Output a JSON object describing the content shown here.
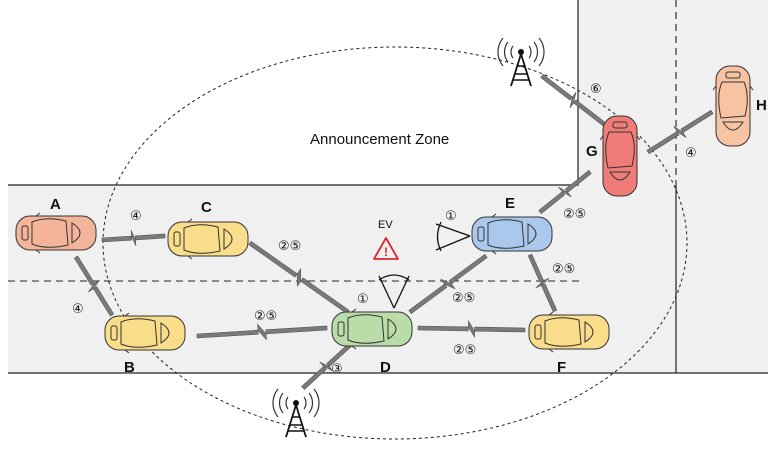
{
  "zone_label": "Announcement Zone",
  "ev_label": "EV",
  "warning_glyph": "!",
  "colors": {
    "road": "#f0f0f0",
    "road_line": "#222222",
    "link": "#7a7a7a",
    "warning": "#e0252c",
    "car_A": "#f4b49a",
    "car_B": "#f9dd8a",
    "car_C": "#f9dd8a",
    "car_D": "#b9dca8",
    "car_E": "#a9c8ec",
    "car_F": "#f9dd8a",
    "car_G": "#f07c78",
    "car_H": "#f7c3a3"
  },
  "vehicles": {
    "A": "A",
    "B": "B",
    "C": "C",
    "D": "D",
    "E": "E",
    "F": "F",
    "G": "G",
    "H": "H"
  },
  "links": {
    "a_c": "④",
    "a_b": "④",
    "b_d": "②⑤",
    "c_d": "②⑤",
    "d_e": "②⑤",
    "d_f": "②⑤",
    "e_f": "②⑤",
    "e_g": "②⑤",
    "tower_d": "③",
    "tower_g": "⑥",
    "g_h": "④",
    "sensor_d": "①",
    "sensor_e": "①"
  }
}
